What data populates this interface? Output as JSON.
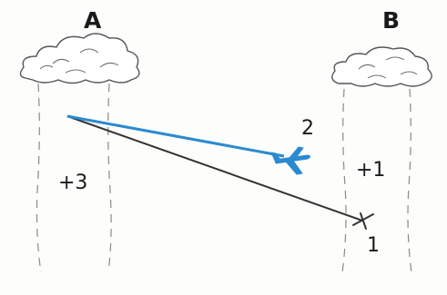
{
  "labels": {
    "cloud_a": "A",
    "cloud_b": "B",
    "value_a": "+3",
    "value_b": "+1",
    "path_blue": "2",
    "path_black": "1"
  },
  "colors": {
    "blue": "#2a8ad1",
    "ink": "#333333",
    "rain": "#8a8a8a",
    "cloud_stroke": "#555555",
    "cloud_fill": "#ffffff"
  }
}
